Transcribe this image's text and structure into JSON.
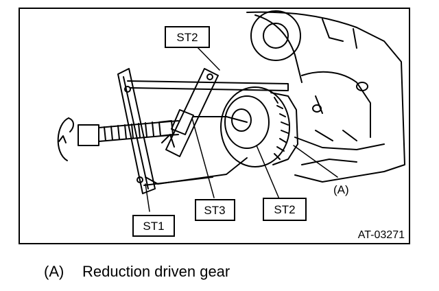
{
  "labels": {
    "st2_top": "ST2",
    "st3": "ST3",
    "st2_bottom": "ST2",
    "st1": "ST1",
    "part_a": "(A)"
  },
  "figure_number": "AT-03271",
  "legend": {
    "key": "(A)",
    "text": "Reduction driven gear"
  }
}
